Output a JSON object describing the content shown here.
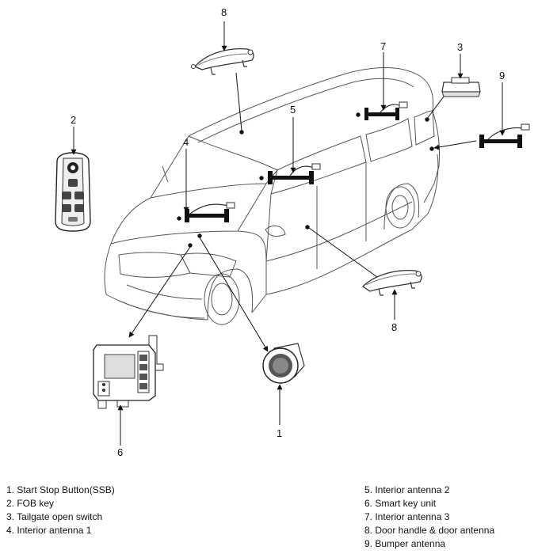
{
  "callouts": {
    "c1": "1",
    "c2": "2",
    "c3": "3",
    "c4": "4",
    "c5": "5",
    "c6": "6",
    "c7": "7",
    "c8_top": "8",
    "c8_bottom": "8",
    "c9": "9"
  },
  "legend": {
    "left": [
      "1. Start Stop Button(SSB)",
      "2. FOB key",
      "3. Tailgate open switch",
      "4. Interior antenna 1"
    ],
    "right": [
      "5. Interior antenna 2",
      "6. Smart key unit",
      "7. Interior antenna 3",
      "8. Door handle & door antenna",
      "9. Bumper antenna"
    ]
  }
}
